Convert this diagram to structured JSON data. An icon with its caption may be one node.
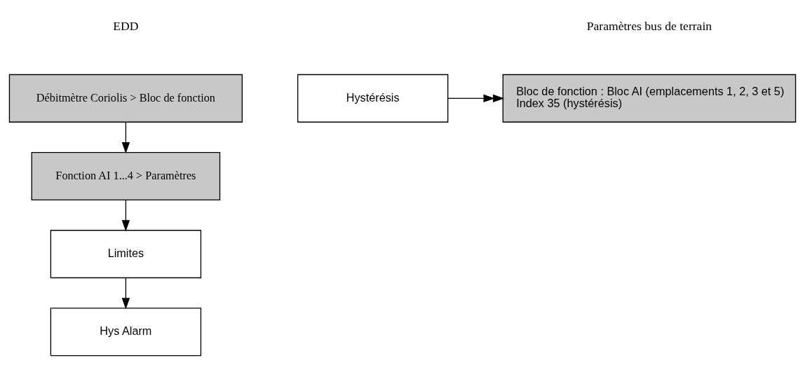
{
  "diagram": {
    "nodes": [
      {
        "text": [
          "Débitmètre Coriolis > Bloc de fonction"
        ]
      },
      {
        "text": [
          "Fonction AI 1...4 > Paramètres"
        ]
      },
      {
        "text": [
          "Limites"
        ]
      },
      {
        "text": [
          "Hys Alarm"
        ]
      },
      {
        "text": [
          "Hystérésis"
        ]
      },
      {
        "text": [
          "Bloc de fonction : Bloc AI (emplacements 1, 2, 3 et 5)",
          "Index 35 (hystérésis)"
        ]
      }
    ],
    "edges": [
      {
        "from": 0,
        "to": 1,
        "arrow": "to"
      },
      {
        "from": 1,
        "to": 2,
        "arrow": "to"
      },
      {
        "from": 2,
        "to": 3,
        "arrow": "to"
      },
      {
        "from": 4,
        "to": 5,
        "arrow": "to"
      }
    ],
    "labels": [
      "EDD",
      "Paramètres bus de terrain"
    ]
  }
}
